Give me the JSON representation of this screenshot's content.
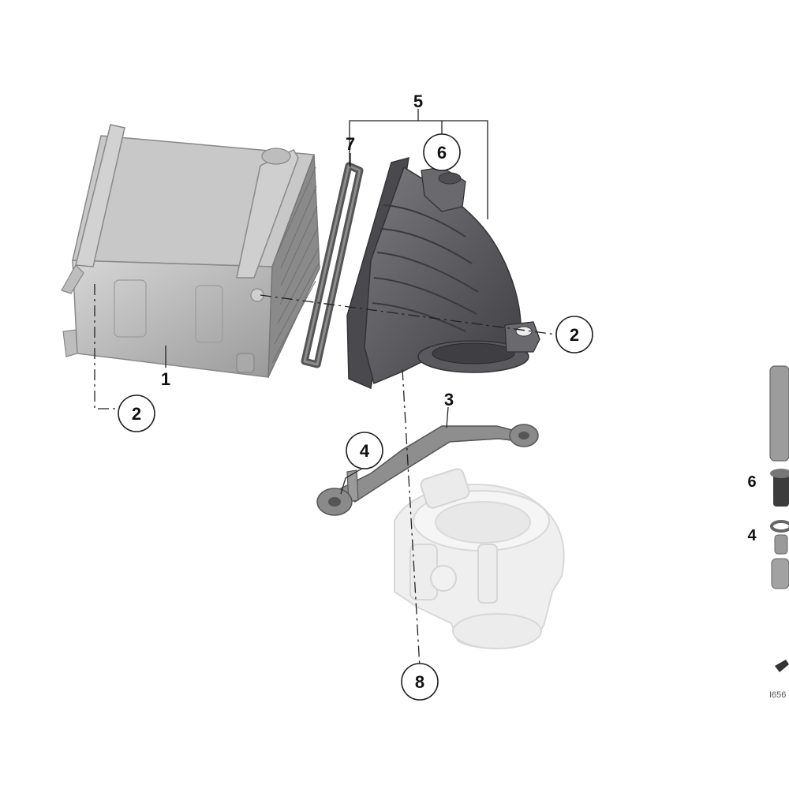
{
  "callouts": [
    {
      "id": "1",
      "label": "1",
      "circled": false
    },
    {
      "id": "2a",
      "label": "2",
      "circled": true
    },
    {
      "id": "2b",
      "label": "2",
      "circled": true
    },
    {
      "id": "3",
      "label": "3",
      "circled": false
    },
    {
      "id": "4",
      "label": "4",
      "circled": true
    },
    {
      "id": "5",
      "label": "5",
      "circled": false
    },
    {
      "id": "6",
      "label": "6",
      "circled": true
    },
    {
      "id": "7",
      "label": "7",
      "circled": false
    },
    {
      "id": "8",
      "label": "8",
      "circled": true
    }
  ],
  "side_panel": {
    "labels": [
      "6",
      "4"
    ],
    "code": "I656"
  },
  "parts": {
    "intercooler": "intercooler-body",
    "gasket": "gasket",
    "housing": "intake-housing",
    "bracket": "bracket",
    "throttle": "throttle-body"
  },
  "colors": {
    "intercooler": "#b9b9b9",
    "housing": "#5c5c60",
    "ghost": "#ebebeb",
    "line": "#222222"
  }
}
